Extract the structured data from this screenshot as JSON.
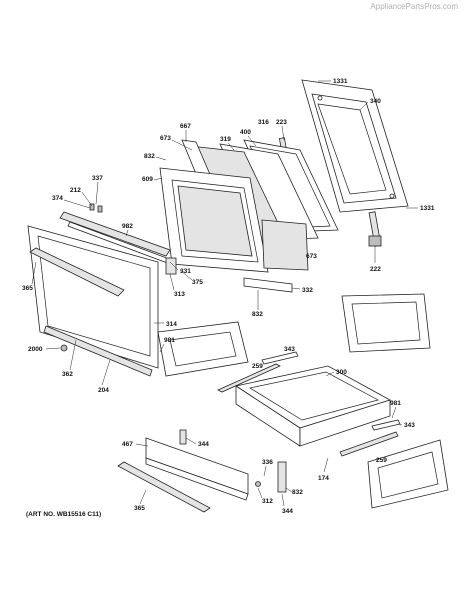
{
  "watermark": "AppliancePartsPros.com",
  "art_number": "(ART NO. WB15516 C11)",
  "labels": {
    "l1331a": "1331",
    "l340": "340",
    "l316": "316",
    "l223": "223",
    "l667": "667",
    "l400": "400",
    "l319": "319",
    "l673a": "673",
    "l832a": "832",
    "l609": "609",
    "l1331b": "1331",
    "l337": "337",
    "l212": "212",
    "l374": "374",
    "l982": "982",
    "l673b": "673",
    "l222": "222",
    "l365a": "365",
    "l331": "331",
    "l313": "313",
    "l375": "375",
    "l332": "332",
    "l832b": "832",
    "l314": "314",
    "l981a": "981",
    "l2000": "2000",
    "l362": "362",
    "l204": "204",
    "l343a": "343",
    "l259a": "259",
    "l300": "300",
    "l981b": "981",
    "l343b": "343",
    "l467": "467",
    "l344a": "344",
    "l259b": "259",
    "l336": "336",
    "l174": "174",
    "l365b": "365",
    "l312": "312",
    "l832c": "832",
    "l344b": "344"
  }
}
